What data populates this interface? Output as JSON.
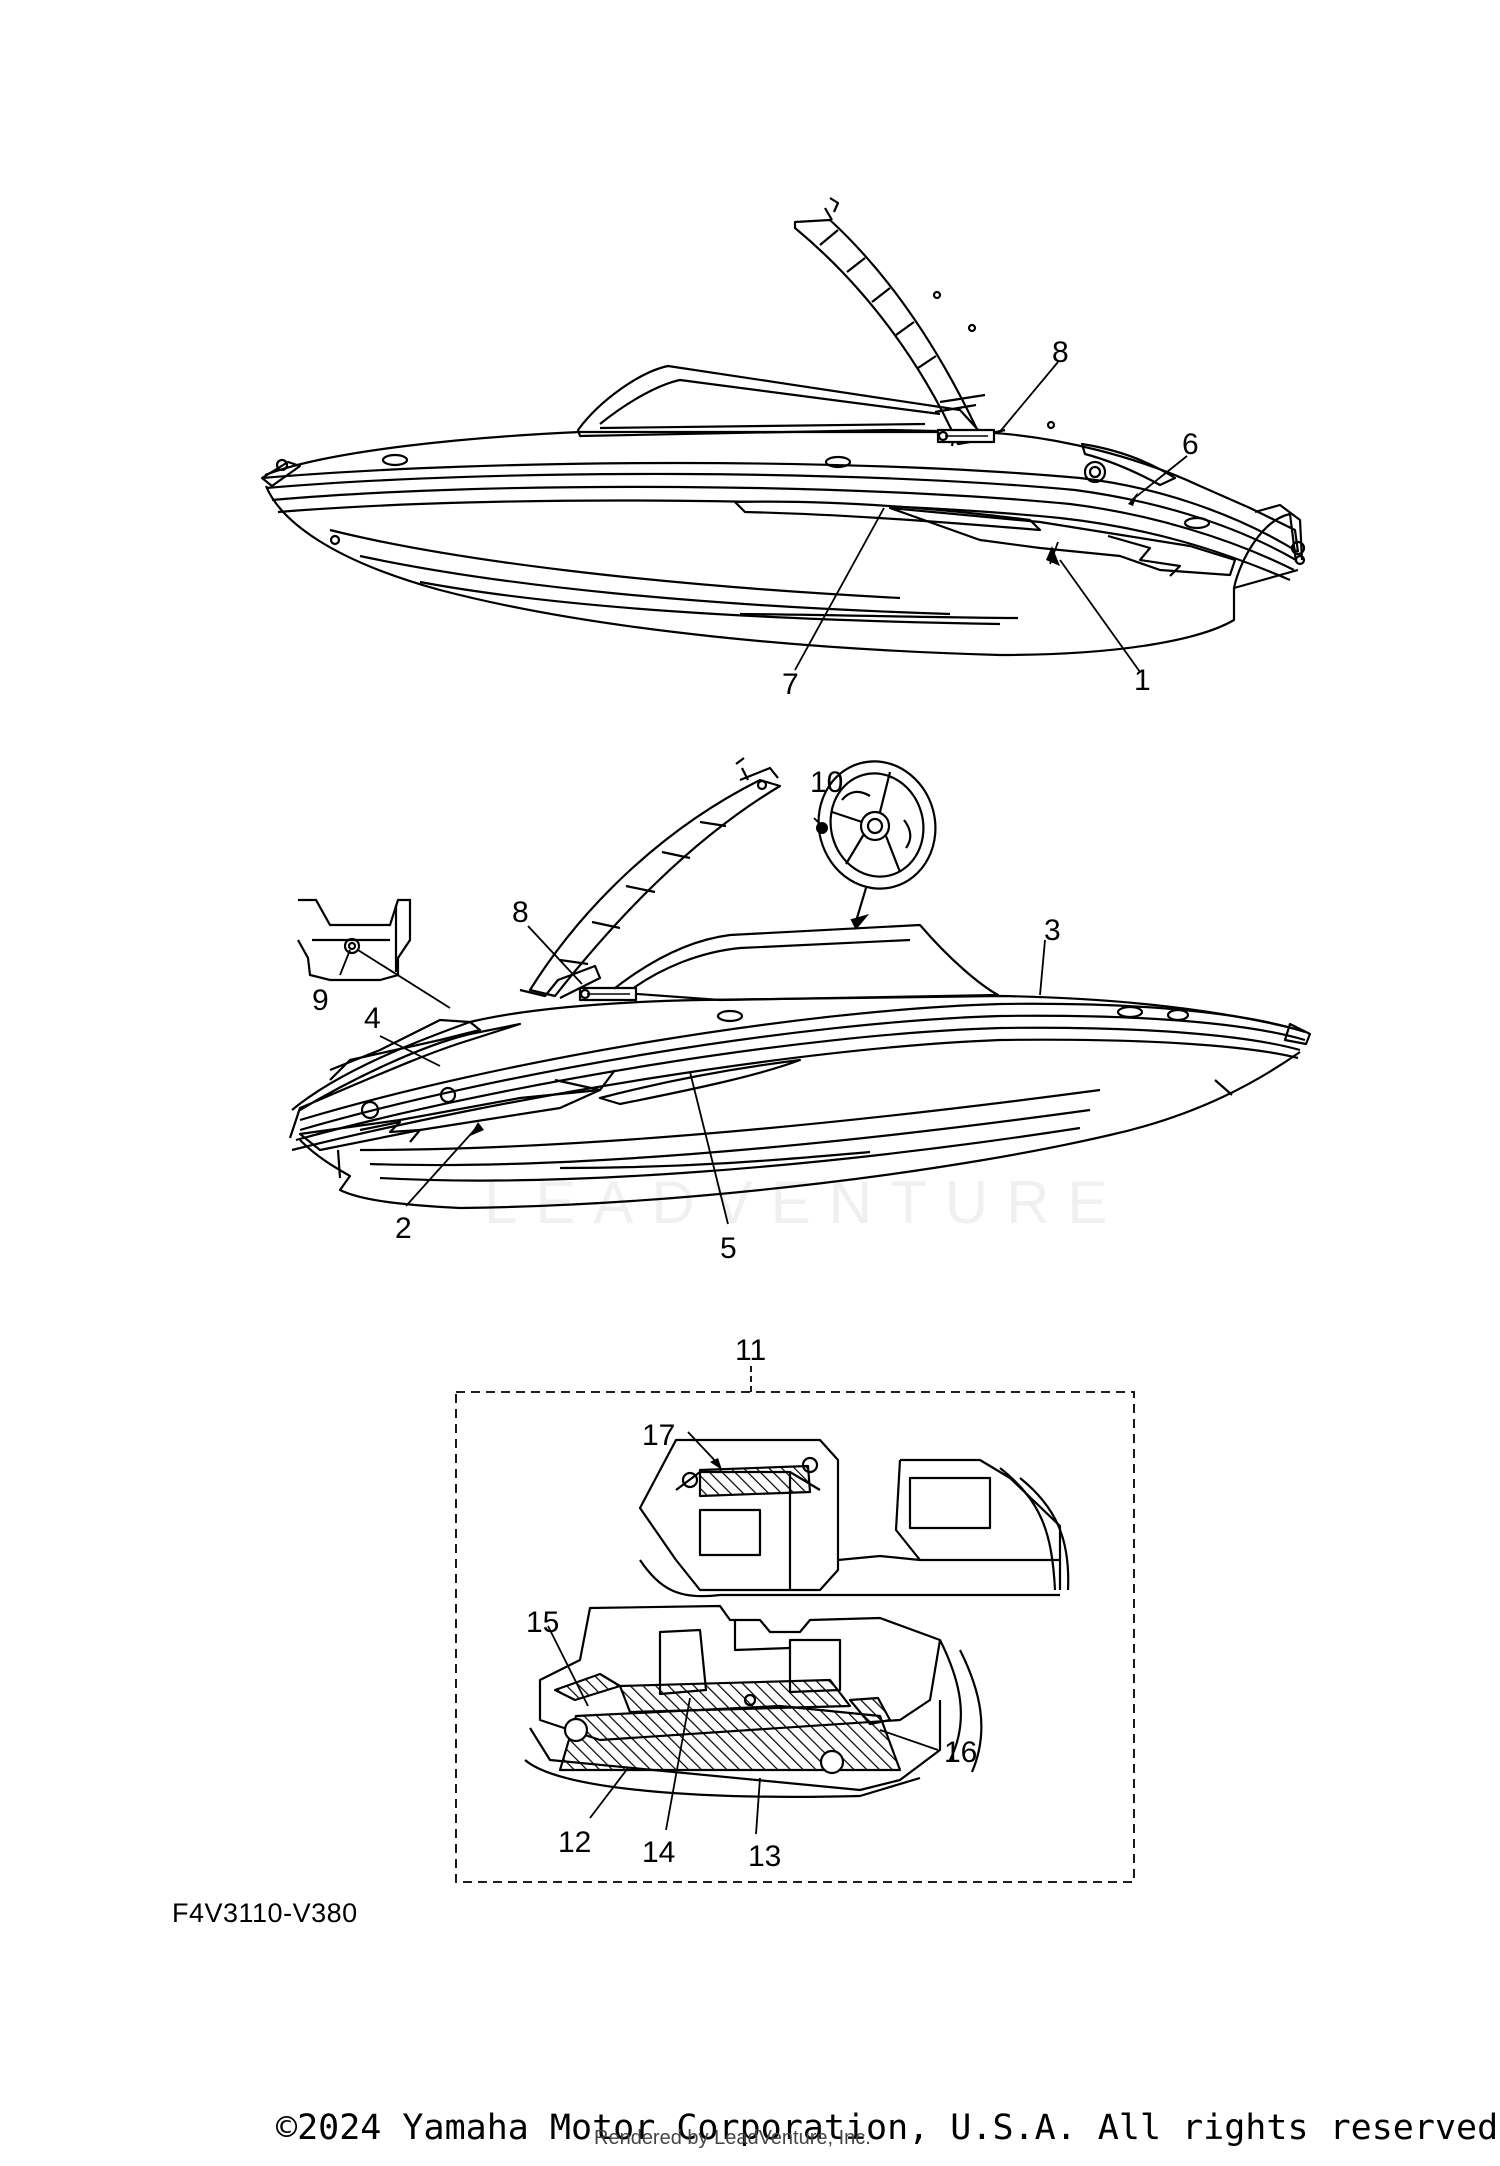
{
  "diagram": {
    "code": "F4V3110-V380",
    "copyright": "©2024 Yamaha Motor Corporation, U.S.A. All rights reserved.",
    "rendered_by": "Rendered by LeadVenture, Inc.",
    "watermark": "LEADVENTURE",
    "top_view_callouts": [
      "8",
      "6",
      "7",
      "1"
    ],
    "bottom_view_callouts": [
      "10",
      "8",
      "3",
      "9",
      "4",
      "2",
      "5"
    ],
    "inset_callouts": [
      "11",
      "17",
      "15",
      "16",
      "12",
      "14",
      "13"
    ]
  }
}
